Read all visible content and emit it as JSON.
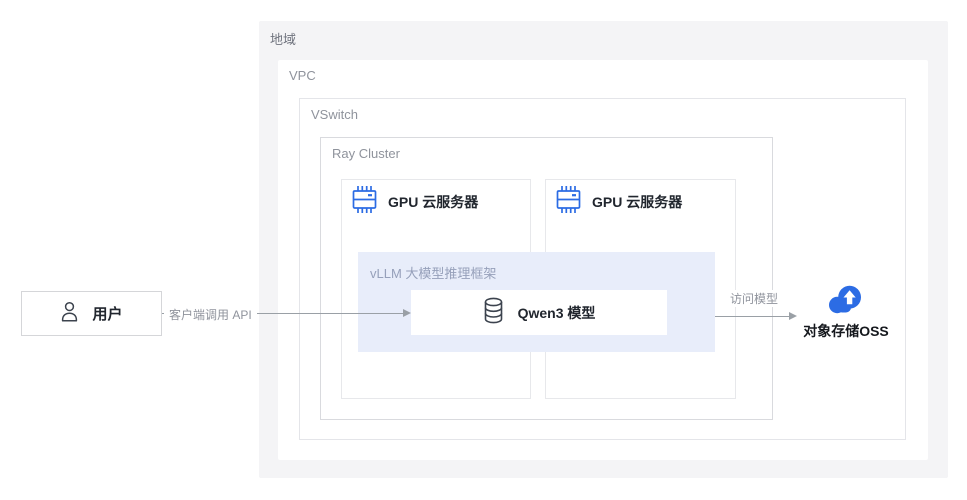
{
  "diagram": {
    "region": {
      "label": "地域"
    },
    "vpc": {
      "label": "VPC"
    },
    "vswitch": {
      "label": "VSwitch"
    },
    "ray_cluster": {
      "label": "Ray Cluster"
    },
    "gpu_servers": [
      {
        "label": "GPU 云服务器",
        "icon": "gpu-chip-icon"
      },
      {
        "label": "GPU 云服务器",
        "icon": "gpu-chip-icon"
      }
    ],
    "vllm": {
      "label": "vLLM 大模型推理框架"
    },
    "qwen_model": {
      "label": "Qwen3 模型",
      "icon": "database-icon"
    },
    "user": {
      "label": "用户",
      "icon": "person-icon"
    },
    "oss": {
      "label": "对象存储OSS",
      "icon": "cloud-upload-icon"
    },
    "edges": [
      {
        "label": "客户端调用 API",
        "from": "user",
        "to": "qwen_model"
      },
      {
        "label": "访问模型",
        "from": "vllm",
        "to": "oss"
      }
    ],
    "colors": {
      "accent_blue": "#2c6ce4",
      "icon_dark": "#3c434e",
      "region_bg": "#f4f4f6",
      "vllm_bg": "#e8edfa",
      "arrow_gray": "#9aa0a6"
    }
  }
}
